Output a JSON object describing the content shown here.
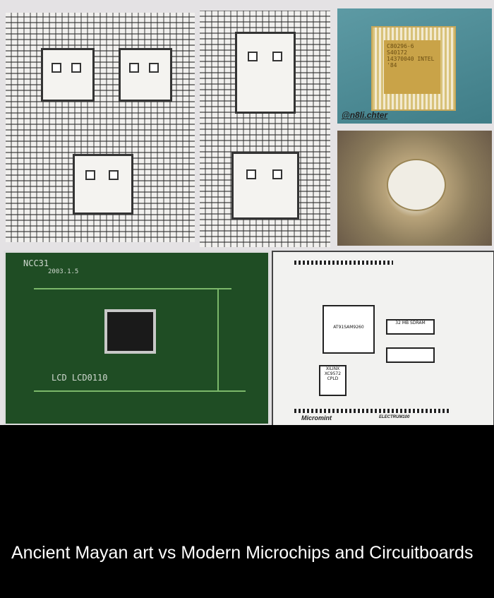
{
  "post": {
    "caption": "Ancient Mayan art vs Modern Microchips and Circuitboards"
  },
  "image_text": {
    "watermark": "@n8li.chter",
    "chip_marking": "C80296-6 S40172 14370040 INTEL '84",
    "green_board_name": "NCC31",
    "green_board_date": "2003.1.5",
    "green_board_lcd": "LCD LCD0110",
    "white_board_cpu": "AT91SAM9260",
    "white_board_ram": "32 MB SDRAM",
    "white_board_cpld": "XILINX XC9572 CPLD",
    "white_board_brand": "Micromint",
    "white_board_model": "ELECTRUM100"
  },
  "colors": {
    "background": "#000000",
    "caption_text": "#ffffff"
  }
}
